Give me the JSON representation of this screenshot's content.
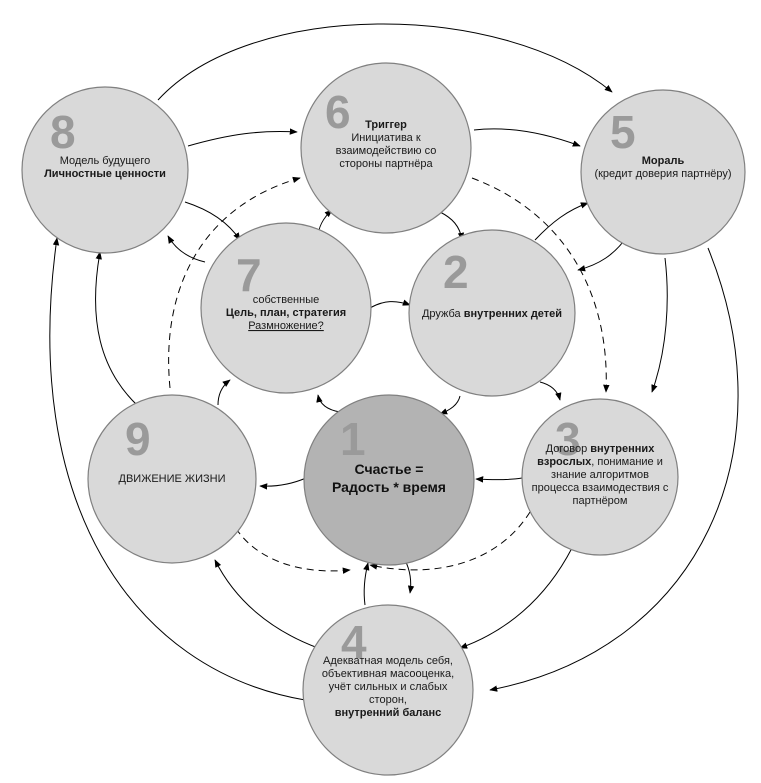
{
  "colors": {
    "node_fill": "#d9d9d9",
    "center_fill": "#b3b3b3",
    "stroke": "#808080",
    "line": "#000000",
    "number": "#9a9a9a"
  },
  "nodes": [
    {
      "id": "1",
      "number": "1",
      "lines": [
        [
          "Счастье =",
          "bold"
        ],
        [
          "Радость * время",
          "bold"
        ]
      ]
    },
    {
      "id": "2",
      "number": "2",
      "lines": [
        [
          "Дружба ",
          "normal",
          "внутренних детей",
          "bold"
        ]
      ]
    },
    {
      "id": "3",
      "number": "3",
      "lines": [
        [
          "Договор ",
          "normal",
          "внутренних",
          "bold"
        ],
        [
          "взрослых",
          "bold",
          ", понимание и",
          "normal"
        ],
        [
          "знание алгоритмов",
          "normal"
        ],
        [
          "процесса взаимодествия с",
          "normal"
        ],
        [
          "партнёром",
          "normal"
        ]
      ]
    },
    {
      "id": "4",
      "number": "4",
      "lines": [
        [
          "Адекватная модель себя,",
          "normal"
        ],
        [
          "объективная масооценка,",
          "normal"
        ],
        [
          "учёт сильных и слабых",
          "normal"
        ],
        [
          "сторон,",
          "normal"
        ],
        [
          "внутренний баланс",
          "bold"
        ]
      ]
    },
    {
      "id": "5",
      "number": "5",
      "lines": [
        [
          "Мораль",
          "bold"
        ],
        [
          "(кредит доверия партнёру)",
          "normal"
        ]
      ]
    },
    {
      "id": "6",
      "number": "6",
      "lines": [
        [
          "Триггер",
          "bold"
        ],
        [
          "Инициатива к",
          "normal"
        ],
        [
          "взаимодействию со",
          "normal"
        ],
        [
          "стороны партнёра",
          "normal"
        ]
      ]
    },
    {
      "id": "7",
      "number": "7",
      "lines": [
        [
          "собственные",
          "normal"
        ],
        [
          "Цель, план, стратегия",
          "bold"
        ],
        [
          "Размножение?",
          "underline"
        ]
      ]
    },
    {
      "id": "8",
      "number": "8",
      "lines": [
        [
          "Модель будущего",
          "normal"
        ],
        [
          "Личностные ценности",
          "bold"
        ]
      ]
    },
    {
      "id": "9",
      "number": "9",
      "lines": [
        [
          "ДВИЖЕНИЕ ЖИЗНИ",
          "normal"
        ]
      ]
    }
  ]
}
